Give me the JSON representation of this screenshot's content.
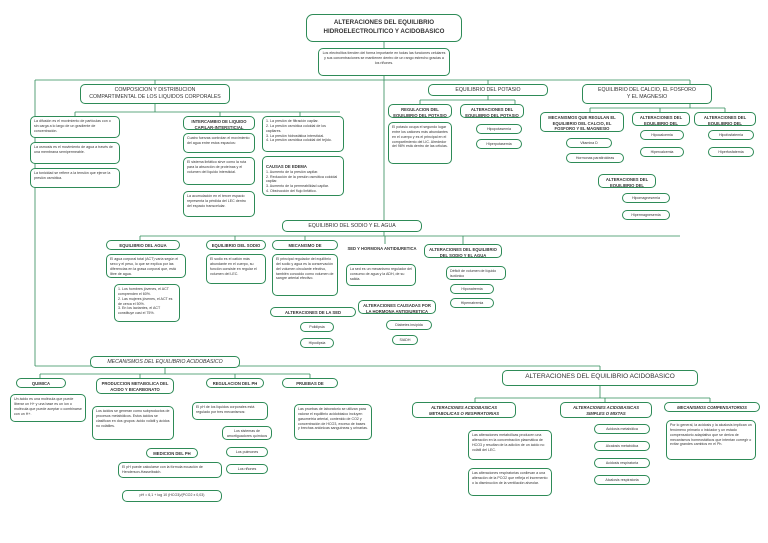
{
  "title": "ALTERACIONES DEL EQUILIBRIO\nHIDROELECTROLITICO Y ACIDOBASICO",
  "intro": "Los electrolitos tienden del forma importante en todas las funciones celulares y sus concentraciones se mantienen dentro de un rango estrecho gracias a los riñones.",
  "composicion": {
    "title": "COMPOSICION Y DISTRIBUCION\nCOMPARTIMENTAL DE LOS LIQUIDOS CORPORALES",
    "difusion": "La difusión es el movimiento de partículas con o sin carga a lo largo de un gradiente de concentración.",
    "osmosis": "La osmosis es el movimiento de agua a través de una membrana semipermeable.",
    "tonicidad": "La tonicidad se refiere a la tensión que ejerce la presión osmótica.",
    "intercambio_title": "INTERCAMBIO DE LIQUIDO CAPILAR-INTERSTICIAL",
    "intercambio_text": "Cuatro fuerzas controlan el movimiento del agua entre estos espacios:",
    "sistema_linfatico": "El sistema linfático sirve como la ruta para la absorción de proteínas y el volumen del líquido intersticial.",
    "acumulacion": "La acumulación en el tercer espacio representa la pérdida del LEC dentro del espacio transcelular.",
    "fuerzas": "1. La presión de filtración capilar.\n2. La presión osmótica coloidal de los capilares.\n3. La presión hidrostática intersticial.\n4. La presión osmótica coloidal del tejido.",
    "edema_title": "CAUSAS DE EDEMA",
    "edema": "1. Aumento de la presión capilar.\n2. Reducción de la presión osmótica coloidal capilar.\n3. Aumento de la permeabilidad capilar.\n4. Obstrucción del flujo linfático."
  },
  "potasio": {
    "title": "EQUILIBRIO DEL POTASIO",
    "regulacion_title": "REGULACION DEL EQUILIBRIO DEL POTASIO",
    "regulacion_text": "El potasio ocupa el segundo lugar entre los cationes más abundantes en el cuerpo y es el principal en el compartimiento del LIC. Alrededor del 98% está dentro de las células.",
    "alteraciones_title": "ALTERACIONES DEL EQUILIBRIO DEL POTASIO",
    "hipo": "Hipopotasemia",
    "hiper": "Hiperpotasemia"
  },
  "calcio": {
    "title": "EQUILIBRIO DEL CALCIO, EL FOSFORO\nY EL MAGNESIO",
    "mecanismos_title": "MECANISMOS QUE REGULAN EL EQUILIBRIO DEL CALCIO, EL FOSFORO Y EL MAGNESIO",
    "vitamina_d": "Vitamina D",
    "paratiroideas": "Hormonas paratiroideas",
    "alt_calcio_title": "ALTERACIONES DEL EQUILIBRIO DEL CALCIO",
    "hipocalcemia": "Hipocalcemia",
    "hipercalcemia": "Hipercalcemia",
    "alt_fosforo_title": "ALTERACIONES DEL EQUILIBRIO DEL FOSFORO",
    "hipofosfatemia": "Hipofosfatemia",
    "hiperfosfatemia": "Hiperfosfatemia",
    "alt_magnesio_title": "ALTERACIONES DEL EQUILIBRIO DEL MAGNESIO",
    "hipomagnesemia": "Hipomagnesemia",
    "hipermagnesemia": "Hipermagnesemia"
  },
  "sodio": {
    "title": "EQUILIBRIO DEL SODIO Y EL AGUA",
    "agua_title": "EQUILIBRIO DEL AGUA CORPORAL",
    "agua_text": "El agua corporal total (ACT) varía según el sexo y el peso, lo que se explica por las diferencias en la grasa corporal que, está libre de agua.",
    "act_list": "1. Los hombres jóvenes, el ACT comprenden el 60%.\n2. Las mujeres jóvenes, el ACT es de cerca el 50%.\n3. En los lactantes, el ACT constituye casi el 75%.",
    "sodio_title": "EQUILIBRIO DEL SODIO",
    "sodio_text": "El sodio es el catión más abundante en el cuerpo, su función consiste en regular el volumen del LEC.",
    "mecanismo_title": "MECANISMO DE REGULACION",
    "mecanismo_text": "El principal regulador del equilibrio del sodio y agua es la conservación del volumen circulante efectivo, también conocido como volumen de sangre arterial efectivo.",
    "adh_title": "SED Y HORMONA ANTIDIURETICA",
    "adh_text": "La sed es un mecanismo regulador del consumo de agua y la ADH, de su salida.",
    "alt_title": "ALTERACIONES DEL EQUILIBRIO DEL SODIO Y EL AGUA",
    "deficit": "Déficit de volumen de líquido isotónico",
    "hiponatremia": "Hiponatremia",
    "hipernatremia": "Hipernatremia",
    "alt_sed_title": "ALTERACIONES DE LA SED",
    "polidipsia": "Polidipsia",
    "hipodipsia": "Hipodipsia",
    "alt_adh_title": "ALTERACIONES CAUSADAS POR LA HORMONA ANTIDIURETICA",
    "diabetes": "Diabetes insípida",
    "siadh": "SIADH"
  },
  "mecanismos_ab": {
    "title": "MECANISMOS DEL EQUILIBRIO ACIDOBASICO",
    "quimica_title": "QUIMICA ACIDOBASICA",
    "quimica_text": "Un ácido es una molécula que puede liberar un H+ y una base es un ion o molécula que puede aceptar o combinarse con un H+.",
    "produccion_title": "PRODUCCION METABOLICA DEL ACIDO Y BICARBONATO",
    "produccion_text": "Los ácidos se generan como subproductos de procesos metabólicos. Estos ácidos se clasifican en dos grupos: ácido volátil y ácidos no volátiles.",
    "regulacion_title": "REGULACION DEL PH",
    "regulacion_text": "El pH de los líquidos corporales está regulado por tres mecanismos:",
    "sistemas": "Los sistemas de amortiguadores químicos",
    "pulmones": "Los pulmones",
    "rinones": "Los riñones",
    "medicion_title": "MEDICION DEL PH",
    "medicion_text": "El pH puede calcularse con la fórmula ecuación de Henderson-Hasselbalch.",
    "formula": "pH = 6,1 + log 10 (HCO3)/(PCO2 x 0,03)",
    "pruebas_title": "PRUEBAS DE LABORATORIO",
    "pruebas_text": "Las pruebas de laboratorio se utilizan para valorar el equilibrio acidobásico incluyen gasometría arterial, contenido de CO2 y concentración de HCO3, exceso de bases y brechas aniónicas sanguíneas y urinarias."
  },
  "alteraciones_ab": {
    "title": "ALTERACIONES DEL EQUILIBRIO ACIDOBASICO",
    "metabolicas_title": "ALTERACIONES ACIDOBASICAS METABOLICAS O RESPIRATORIAS",
    "metabolicas_text": "Las alteraciones metabólicas producen una alteración en la concentración plasmática de HCO3 y resultan de la adición de un ácido no volátil del LEC.",
    "respiratorias_text": "Las alteraciones respiratorias conllevan a una alteración de la PCO2 que refleja el incremento o la disminución de la ventilación alveolar.",
    "simples_title": "ALTERACIONES ACIDOBASICAS SIMPLES O MIXTAS",
    "acidosis_met": "Acidosis metabólica",
    "alcalosis_met": "Alcalosis metabólica",
    "acidosis_resp": "Acidosis respiratoria",
    "alcalosis_resp": "Alcalosis respiratoria",
    "compensatorios_title": "MECANISMOS COMPENSATORIOS",
    "compensatorios_text": "Por lo general, la acidosis y la alcalosis implican un fenómeno primario o iniciador y un estado compensatorio adaptativo que se deriva de mecanismos homeostáticos que intentan corregir o evitar grandes cambios en el Ph."
  },
  "colors": {
    "line": "#2e8b57",
    "border": "#2e8b57"
  }
}
